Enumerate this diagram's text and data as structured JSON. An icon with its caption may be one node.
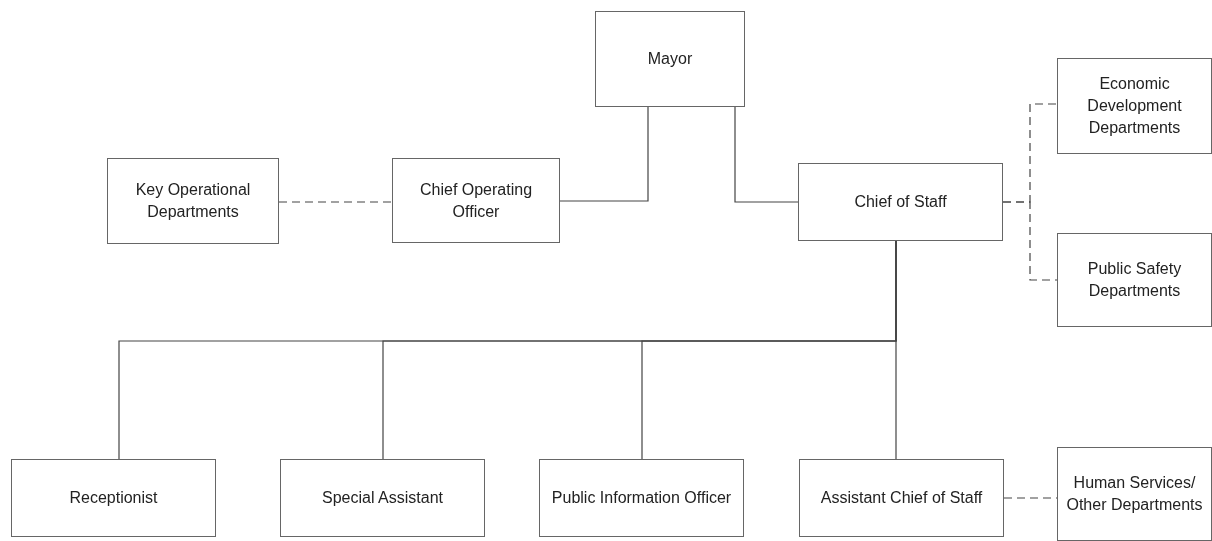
{
  "diagram": {
    "nodes": [
      {
        "text": [
          "Mayor"
        ]
      },
      {
        "text": [
          "Key Operational Departments"
        ]
      },
      {
        "text": [
          "Chief Operating Officer"
        ]
      },
      {
        "text": [
          "Chief of Staff"
        ]
      },
      {
        "text": [
          "Economic Development Departments"
        ]
      },
      {
        "text": [
          "Public Safety Departments"
        ]
      },
      {
        "text": [
          "Receptionist"
        ]
      },
      {
        "text": [
          "Special Assistant"
        ]
      },
      {
        "text": [
          "Public Information Officer"
        ]
      },
      {
        "text": [
          "Assistant Chief of Staff"
        ]
      },
      {
        "text": [
          "Human Services/ Other Departments"
        ]
      }
    ],
    "edges": [
      {
        "from": 0,
        "to": 2,
        "arrow": "none"
      },
      {
        "from": 0,
        "to": 3,
        "arrow": "none"
      },
      {
        "from": 1,
        "to": 2,
        "arrow": "none",
        "style": "dashed"
      },
      {
        "from": 3,
        "to": 4,
        "arrow": "none",
        "style": "dashed"
      },
      {
        "from": 3,
        "to": 5,
        "arrow": "none",
        "style": "dashed"
      },
      {
        "from": 3,
        "to": 6,
        "arrow": "none"
      },
      {
        "from": 3,
        "to": 7,
        "arrow": "none"
      },
      {
        "from": 3,
        "to": 8,
        "arrow": "none"
      },
      {
        "from": 3,
        "to": 9,
        "arrow": "none"
      },
      {
        "from": 9,
        "to": 10,
        "arrow": "none",
        "style": "dashed"
      }
    ]
  }
}
